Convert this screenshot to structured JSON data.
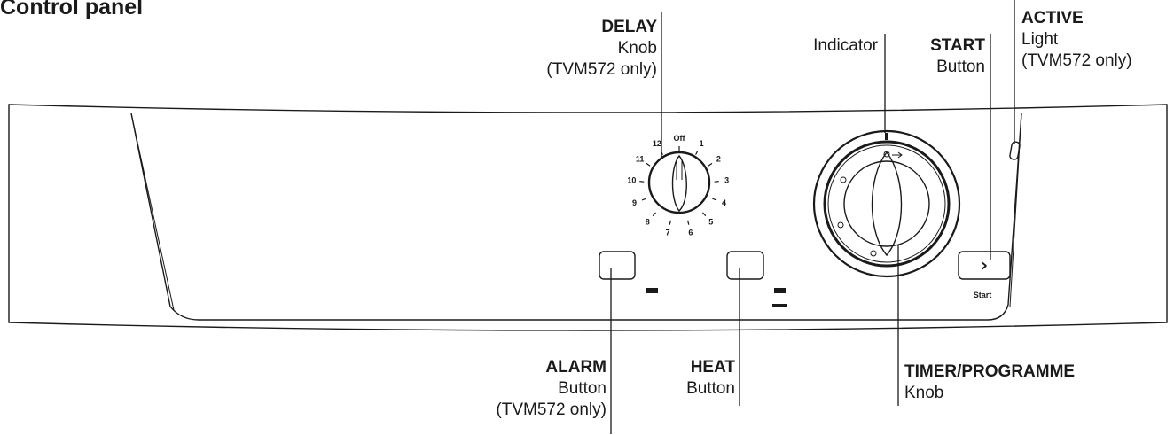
{
  "title": "Control panel",
  "callouts": {
    "delay": {
      "name": "DELAY",
      "type": "Knob",
      "note": "(TVM572 only)"
    },
    "indicator": {
      "name": "Indicator"
    },
    "start": {
      "name": "START",
      "type": "Button"
    },
    "active": {
      "name": "ACTIVE",
      "type": "Light",
      "note": "(TVM572 only)"
    },
    "alarm": {
      "name": "ALARM",
      "type": "Button",
      "note": "(TVM572 only)"
    },
    "heat": {
      "name": "HEAT",
      "type": "Button"
    },
    "timer": {
      "name": "TIMER/PROGRAMME",
      "type": "Knob"
    }
  },
  "delay_dial": {
    "labels": [
      "Off",
      "1",
      "2",
      "3",
      "4",
      "5",
      "6",
      "7",
      "8",
      "9",
      "10",
      "11",
      "12"
    ]
  },
  "start_button": {
    "glyph": "›",
    "caption": "Start"
  }
}
